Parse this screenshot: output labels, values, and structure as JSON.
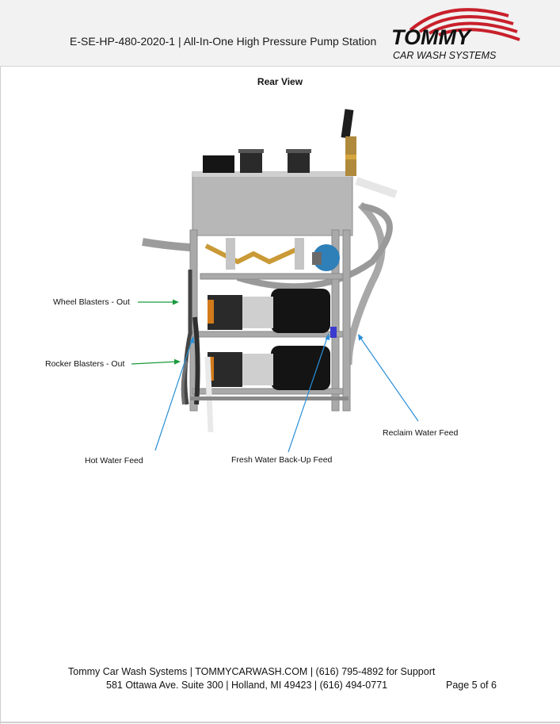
{
  "header": {
    "doc_title": "E-SE-HP-480-2020-1 | All-In-One High Pressure Pump Station",
    "logo_text_main": "TOMMY",
    "logo_text_sub": "CAR WASH SYSTEMS"
  },
  "section_title": "Rear View",
  "callouts": {
    "wheel_blasters": "Wheel Blasters - Out",
    "rocker_blasters": "Rocker Blasters - Out",
    "hot_water": "Hot Water Feed",
    "fresh_water": "Fresh Water Back-Up Feed",
    "reclaim_water": "Reclaim Water Feed"
  },
  "colors": {
    "arrow_green": "#1a9a3c",
    "arrow_blue": "#2a8fd8",
    "logo_red": "#c8202b"
  },
  "footer": {
    "line1": "Tommy Car Wash Systems | TOMMYCARWASH.COM | (616) 795-4892 for Support",
    "line2": "581 Ottawa Ave. Suite 300 | Holland, MI 49423 | (616) 494-0771",
    "page": "Page 5 of 6"
  }
}
